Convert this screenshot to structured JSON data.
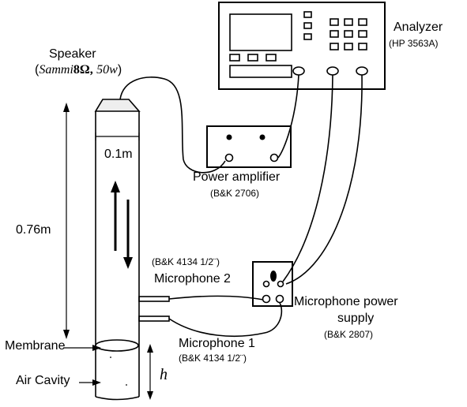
{
  "speaker": {
    "title": "Speaker",
    "spec_model": "Sammi",
    "spec_impedance": "8Ω,",
    "spec_power": "50w"
  },
  "analyzer": {
    "title": "Analyzer",
    "model": "(HP 3563A)"
  },
  "power_amplifier": {
    "title": "Power amplifier",
    "model": "(B&K 2706)"
  },
  "microphone_2": {
    "model": "(B&K 4134 1/2¨)",
    "title": "Microphone 2"
  },
  "microphone_1": {
    "title": "Microphone 1",
    "model": "(B&K 4134 1/2¨)"
  },
  "mic_power_supply": {
    "title_line1": "Microphone power",
    "title_line2": "supply",
    "model": "(B&K 2807)"
  },
  "tube": {
    "diameter": "0.1m",
    "length": "0.76m"
  },
  "membrane": {
    "label": "Membrane"
  },
  "air_cavity": {
    "label": "Air Cavity",
    "depth_symbol": "h"
  }
}
